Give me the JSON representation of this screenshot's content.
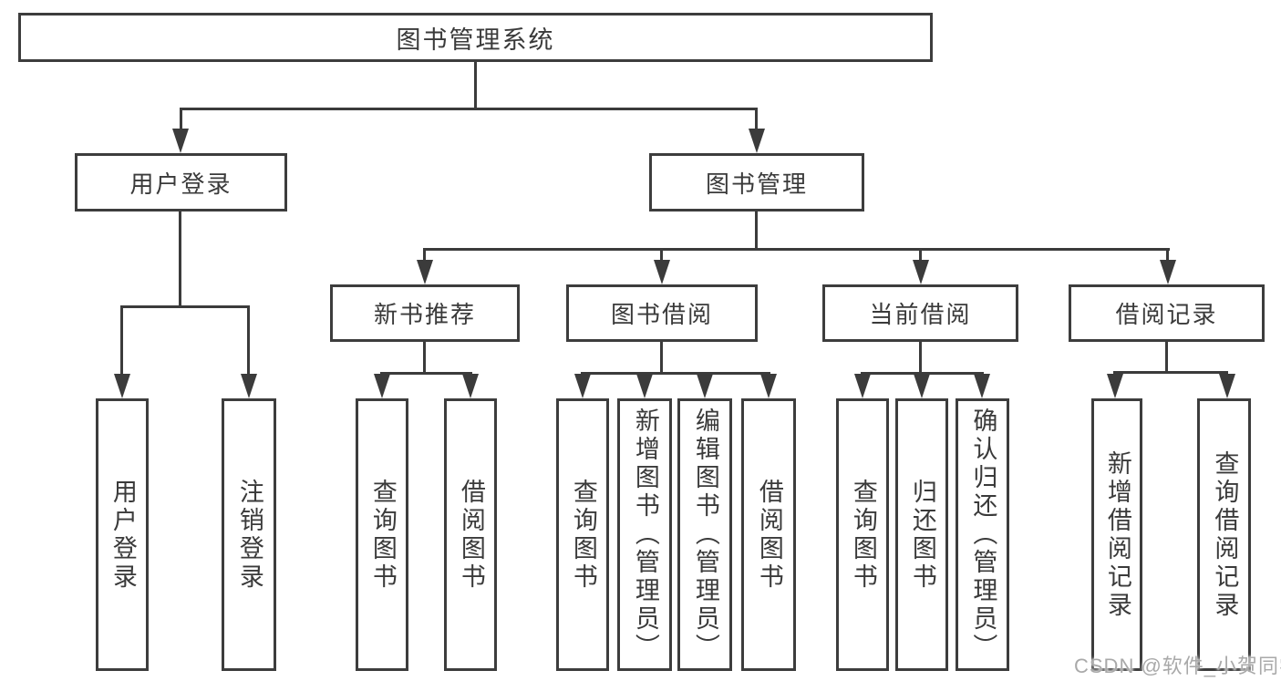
{
  "diagram": {
    "title": "图书管理系统",
    "branches": [
      {
        "label": "用户登录",
        "children": [
          {
            "label": "用户登录"
          },
          {
            "label": "注销登录"
          }
        ]
      },
      {
        "label": "图书管理",
        "children": [
          {
            "label": "新书推荐",
            "children": [
              {
                "label": "查询图书"
              },
              {
                "label": "借阅图书"
              }
            ]
          },
          {
            "label": "图书借阅",
            "children": [
              {
                "label": "查询图书"
              },
              {
                "label": "新增图书（管理员）"
              },
              {
                "label": "编辑图书（管理员）"
              },
              {
                "label": "借阅图书"
              }
            ]
          },
          {
            "label": "当前借阅",
            "children": [
              {
                "label": "查询图书"
              },
              {
                "label": "归还图书"
              },
              {
                "label": "确认归还（管理员）"
              }
            ]
          },
          {
            "label": "借阅记录",
            "children": [
              {
                "label": "新增借阅记录"
              },
              {
                "label": "查询借阅记录"
              }
            ]
          }
        ]
      }
    ]
  },
  "watermark": {
    "text": "CSDN @软件_小贺同学"
  }
}
